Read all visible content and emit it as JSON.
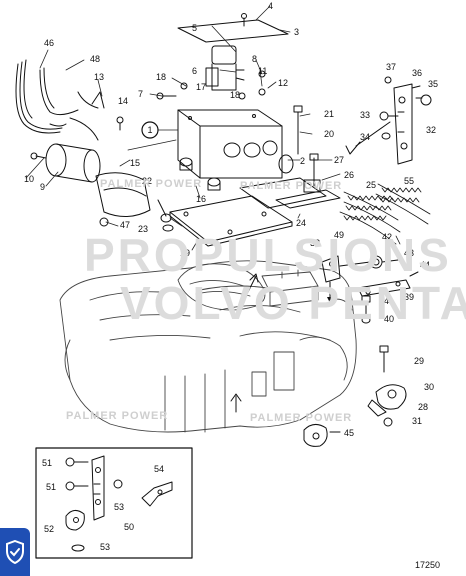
{
  "drawing_number": "17250",
  "watermarks": {
    "small": "PALMER POWER",
    "big_top": "PROPULSIONS",
    "big_bottom": "VOLVO PENTA"
  },
  "callouts": [
    {
      "id": "c1",
      "text": "1",
      "circled": true
    },
    {
      "id": "c2",
      "text": "2"
    },
    {
      "id": "c3",
      "text": "3"
    },
    {
      "id": "c4",
      "text": "4"
    },
    {
      "id": "c5",
      "text": "5"
    },
    {
      "id": "c6",
      "text": "6"
    },
    {
      "id": "c7",
      "text": "7"
    },
    {
      "id": "c8",
      "text": "8"
    },
    {
      "id": "c9",
      "text": "9"
    },
    {
      "id": "c10",
      "text": "10"
    },
    {
      "id": "c11",
      "text": "11"
    },
    {
      "id": "c12",
      "text": "12"
    },
    {
      "id": "c13",
      "text": "13"
    },
    {
      "id": "c14",
      "text": "14"
    },
    {
      "id": "c15",
      "text": "15"
    },
    {
      "id": "c16",
      "text": "16"
    },
    {
      "id": "c17",
      "text": "17"
    },
    {
      "id": "c18",
      "text": "18"
    },
    {
      "id": "c18b",
      "text": "18"
    },
    {
      "id": "c19",
      "text": "19"
    },
    {
      "id": "c20",
      "text": "20"
    },
    {
      "id": "c21",
      "text": "21"
    },
    {
      "id": "c22",
      "text": "22"
    },
    {
      "id": "c23",
      "text": "23"
    },
    {
      "id": "c24",
      "text": "24"
    },
    {
      "id": "c25",
      "text": "25"
    },
    {
      "id": "c26",
      "text": "26"
    },
    {
      "id": "c27",
      "text": "27"
    },
    {
      "id": "c28",
      "text": "28"
    },
    {
      "id": "c29",
      "text": "29"
    },
    {
      "id": "c30",
      "text": "30"
    },
    {
      "id": "c31",
      "text": "31"
    },
    {
      "id": "c32",
      "text": "32"
    },
    {
      "id": "c33",
      "text": "33"
    },
    {
      "id": "c34",
      "text": "34"
    },
    {
      "id": "c35",
      "text": "35"
    },
    {
      "id": "c36",
      "text": "36"
    },
    {
      "id": "c37",
      "text": "37"
    },
    {
      "id": "c38",
      "text": "38"
    },
    {
      "id": "c39",
      "text": "39"
    },
    {
      "id": "c40",
      "text": "40"
    },
    {
      "id": "c41",
      "text": "41"
    },
    {
      "id": "c42",
      "text": "42"
    },
    {
      "id": "c43",
      "text": "43"
    },
    {
      "id": "c44",
      "text": "44"
    },
    {
      "id": "c45",
      "text": "45"
    },
    {
      "id": "c46",
      "text": "46"
    },
    {
      "id": "c47",
      "text": "47"
    },
    {
      "id": "c48",
      "text": "48"
    },
    {
      "id": "c49",
      "text": "49"
    },
    {
      "id": "c50",
      "text": "50"
    },
    {
      "id": "c51a",
      "text": "51"
    },
    {
      "id": "c51b",
      "text": "51"
    },
    {
      "id": "c52",
      "text": "52"
    },
    {
      "id": "c53a",
      "text": "53"
    },
    {
      "id": "c53b",
      "text": "53"
    },
    {
      "id": "c54",
      "text": "54"
    },
    {
      "id": "c55",
      "text": "55"
    }
  ],
  "icons": {
    "badge": "shield-check-icon"
  },
  "colors": {
    "line": "#111111",
    "watermark": "#cfcfcf",
    "badge": "#1f4fb4"
  }
}
